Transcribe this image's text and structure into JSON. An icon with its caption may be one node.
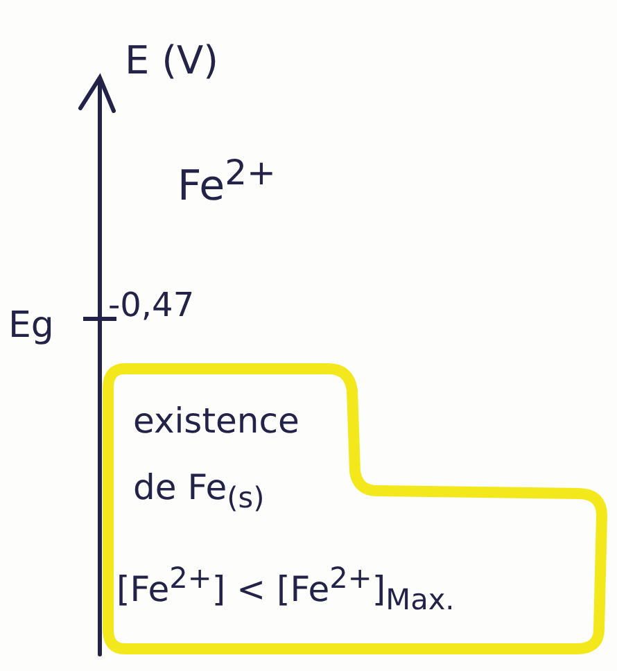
{
  "diagram": {
    "nodes": [
      {
        "text": [
          "existence de Fe$_{(s)}$",
          "[Fe$^{2+}$] < [Fe$^{2+}$]$_{Max.}$"
        ]
      }
    ],
    "labels": [
      "E (V)",
      "Fe$^{2+}$",
      "Eg",
      "-0,47"
    ]
  }
}
